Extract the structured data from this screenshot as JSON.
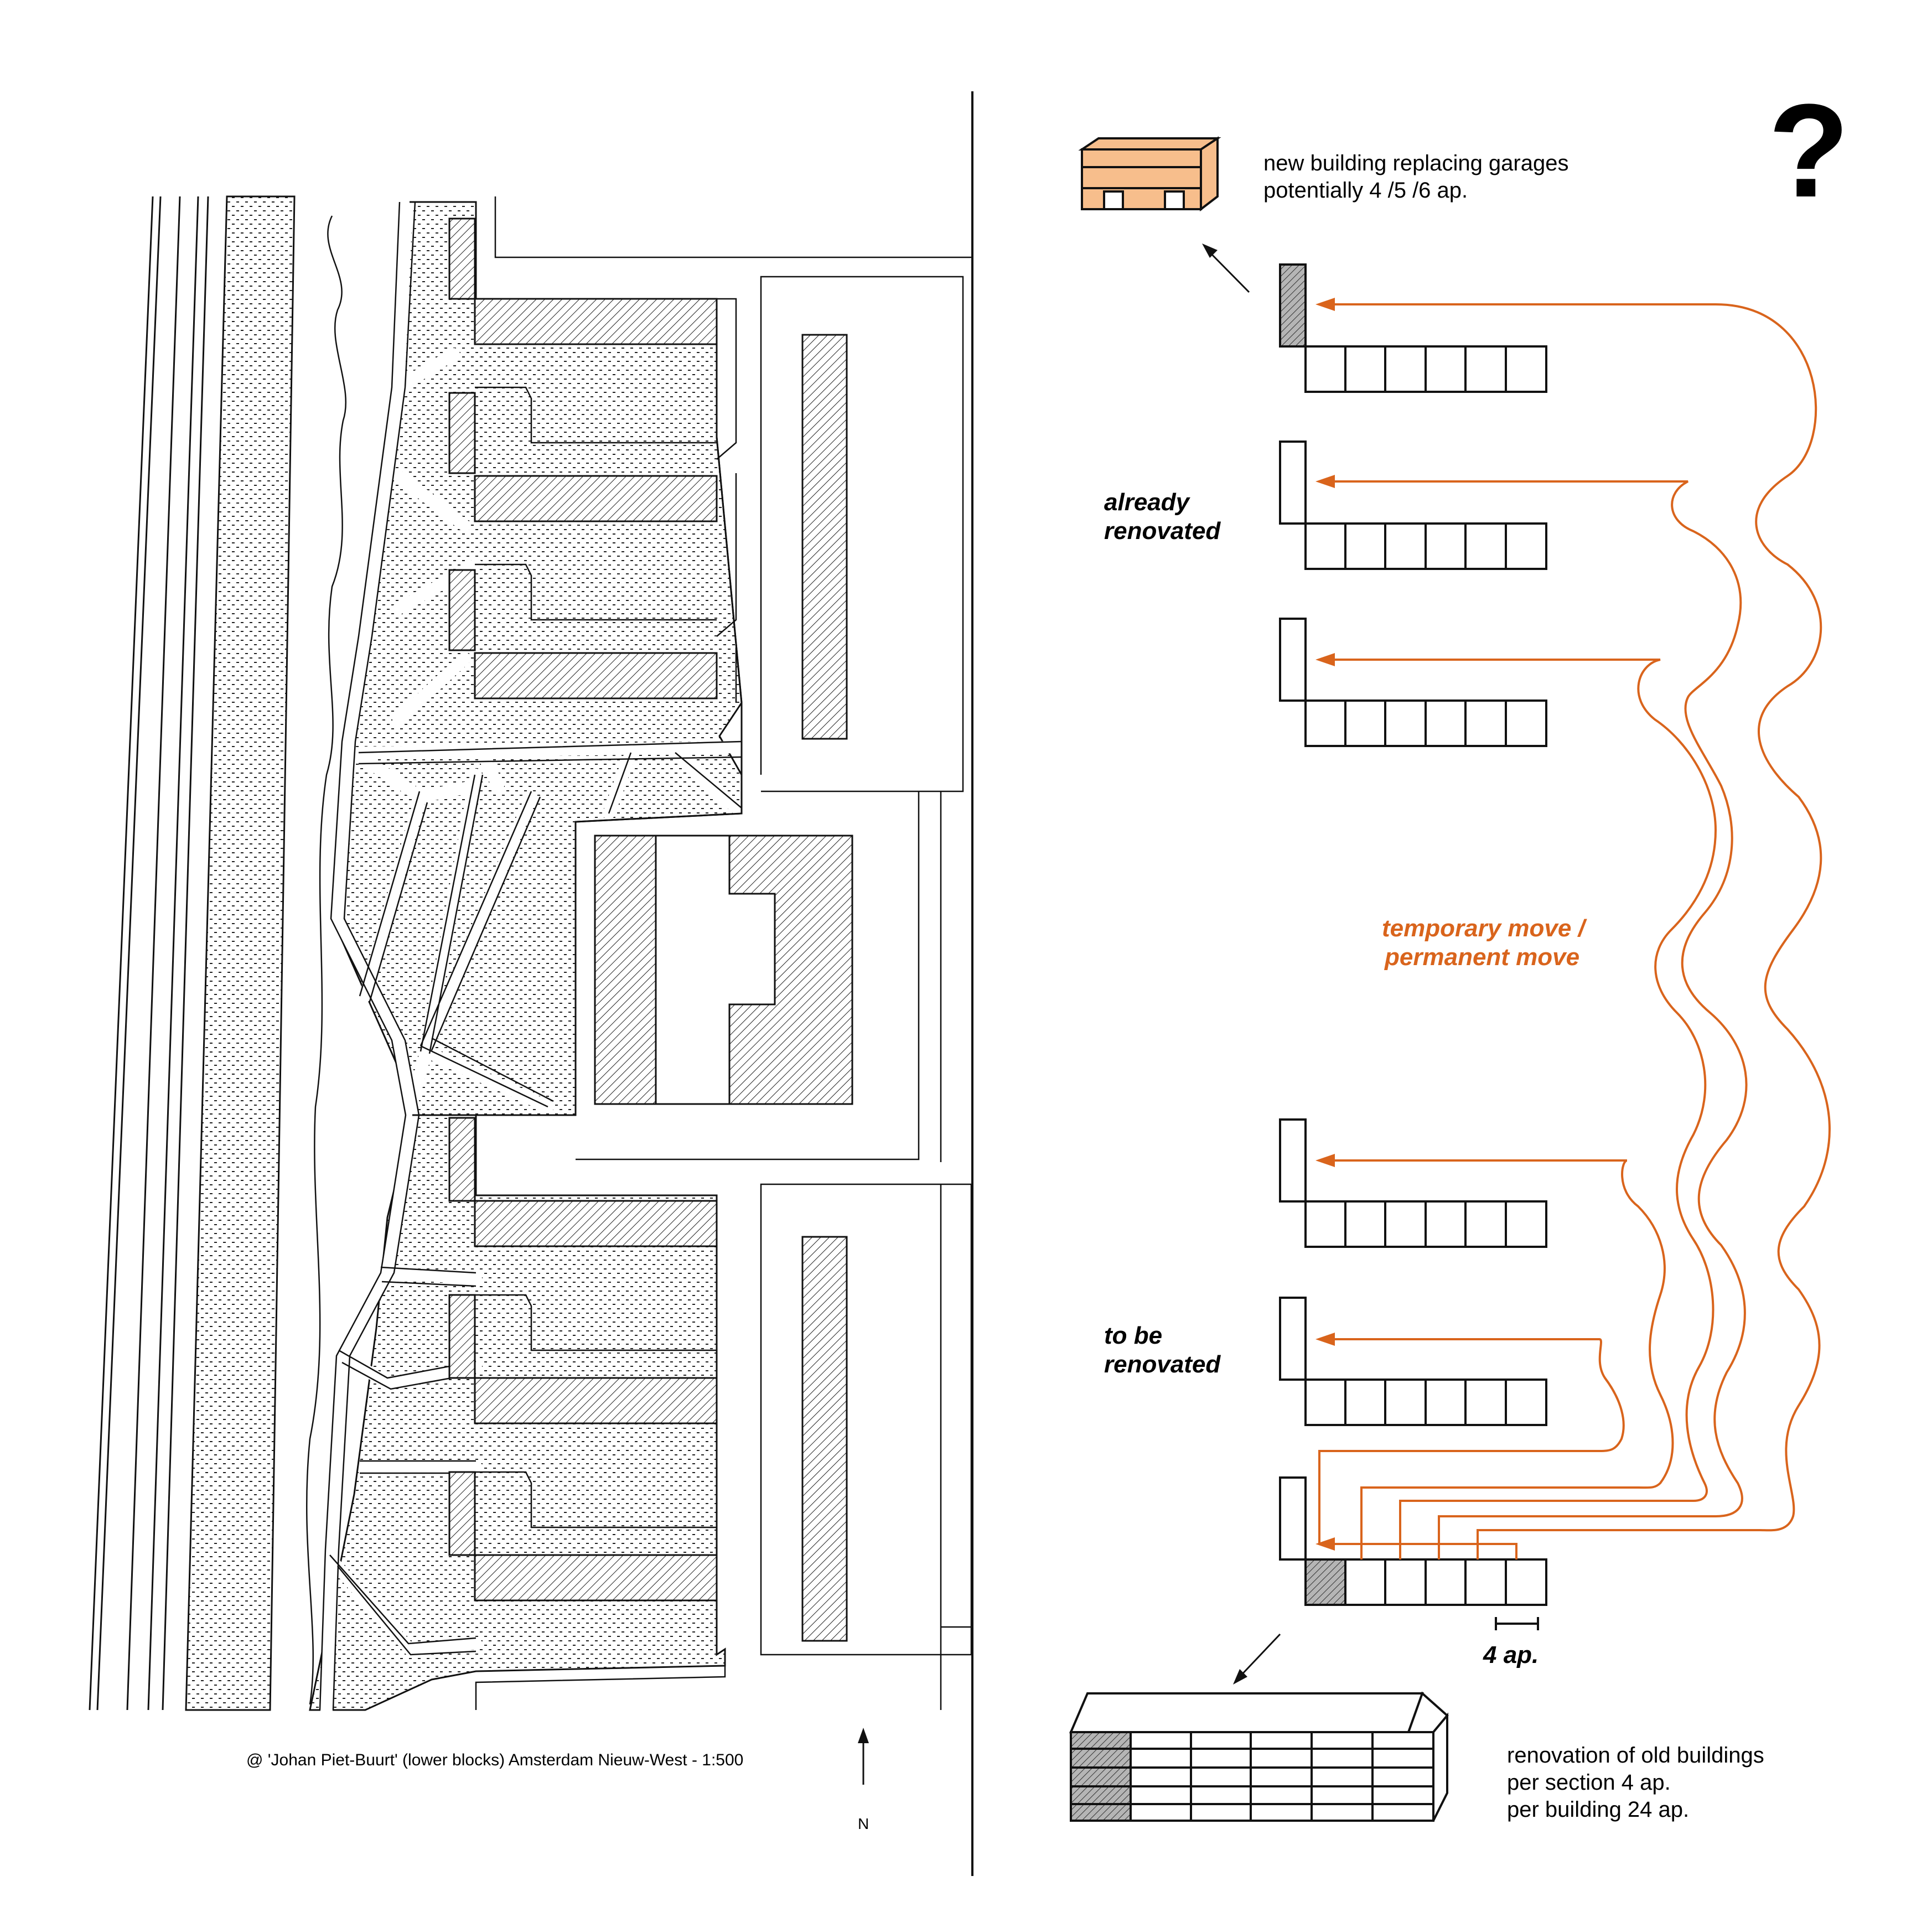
{
  "colors": {
    "ink": "#111111",
    "accent": "#d9641c",
    "box_fill": "#f7be8c",
    "hatch_gray": "#9a9a9a"
  },
  "labels": {
    "question_mark": "?",
    "new_building_line1": "new building replacing garages",
    "new_building_line2": "potentially 4 /5 /6 ap.",
    "already_line1": "already",
    "already_line2": "renovated",
    "to_be_line1": "to be",
    "to_be_line2": "renovated",
    "move_line1": "temporary move /",
    "move_line2": "permanent move",
    "scale_label": "4 ap.",
    "renovation_line1": "renovation of old buildings",
    "renovation_line2": "per section 4 ap.",
    "renovation_line3": "per building 24 ap.",
    "caption": "@ 'Johan Piet-Buurt' (lower blocks) Amsterdam Nieuw-West - 1:500",
    "north": "N"
  },
  "icons": {
    "north_arrow": "arrow-up-icon",
    "move_arrows": "arrow-left-icon"
  }
}
